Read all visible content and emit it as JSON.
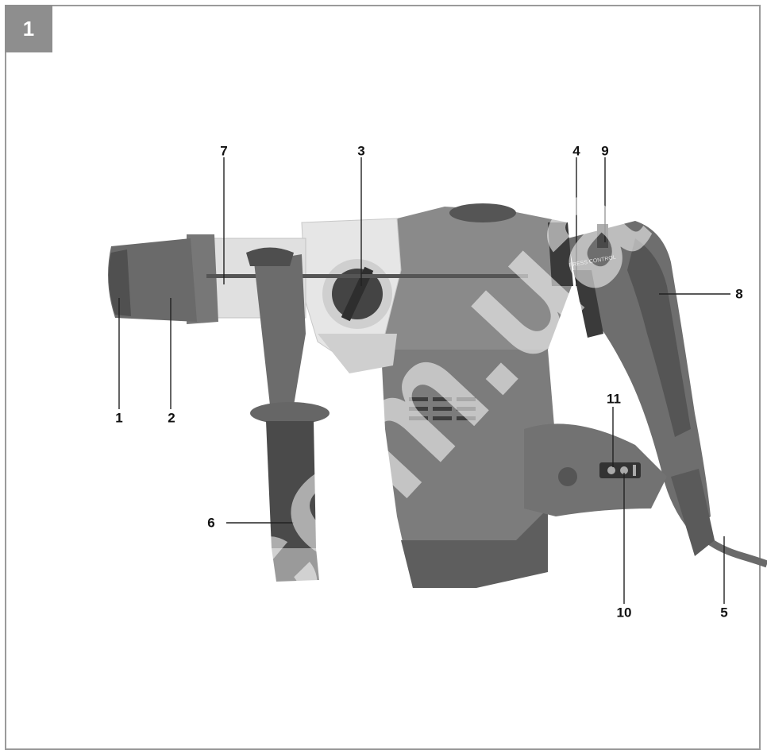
{
  "figure": {
    "number": "1"
  },
  "labels": {
    "l1": "1",
    "l2": "2",
    "l3": "3",
    "l4": "4",
    "l5": "5",
    "l6": "6",
    "l7": "7",
    "l8": "8",
    "l9": "9",
    "l10": "10",
    "l11": "11"
  },
  "device": {
    "print_text": "PRESS CONTROL"
  },
  "watermark": {
    "text": "0.com.ua"
  },
  "colors": {
    "frame": "#9a9a9a",
    "badge": "#8e8e8e",
    "body": "#7c7c7c",
    "dark": "#4a4a4a"
  }
}
